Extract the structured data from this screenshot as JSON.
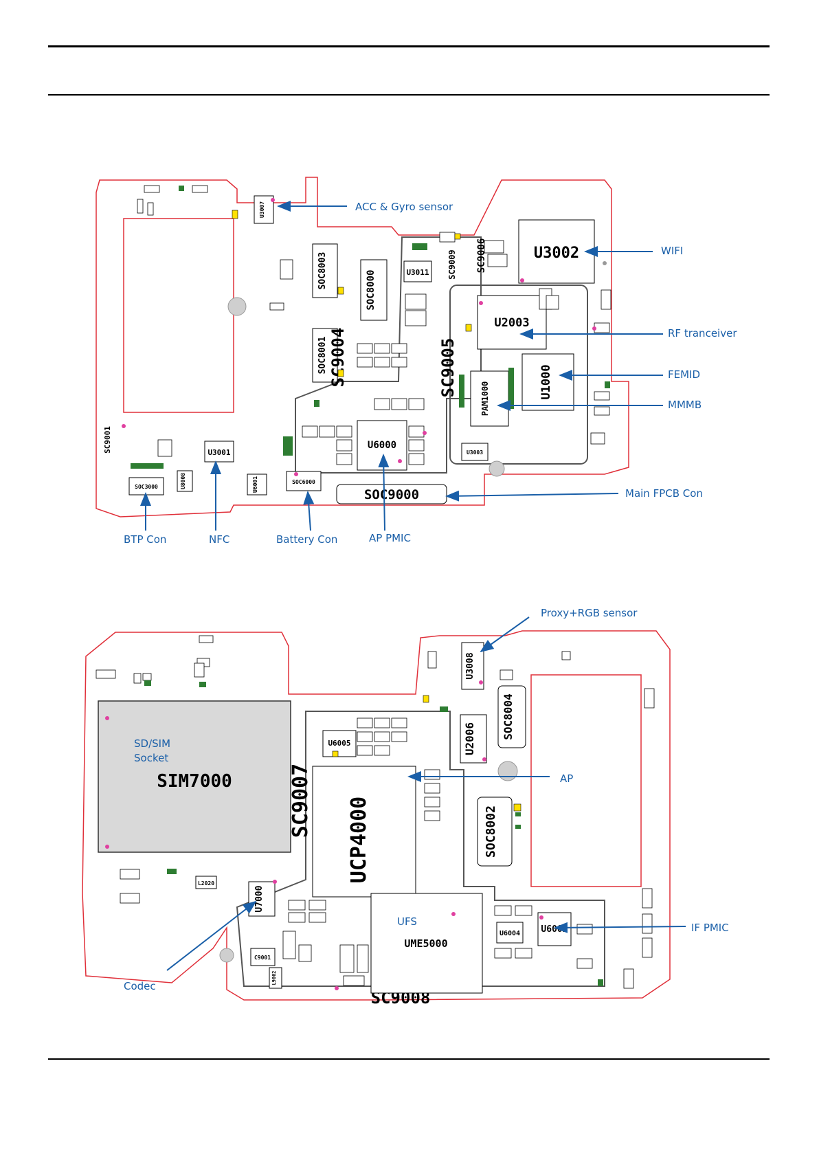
{
  "top_board": {
    "chips": {
      "u3002": "U3002",
      "u2003": "U2003",
      "u1000": "U1000",
      "u6000": "U6000",
      "u3001": "U3001",
      "u3011": "U3011",
      "soc8000": "SOC8000",
      "soc8001": "SOC8001",
      "soc8003": "SOC8003",
      "soc9000": "SOC9000",
      "soc6000": "SOC6000",
      "soc3000": "SOC3000",
      "sc9004": "SC9004",
      "sc9005": "SC9005",
      "pam1000": "PAM1000",
      "u3007": "U3007",
      "sc9001": "SC9001",
      "sc9006": "SC9006",
      "sc9009": "SC9009",
      "u3003": "U3003",
      "u6001": "U6001",
      "u8008": "U8008"
    },
    "callouts": {
      "acc_gyro": "ACC & Gyro sensor",
      "wifi": "WIFI",
      "rf_tranceiver": "RF tranceiver",
      "femid": "FEMID",
      "mmmb": "MMMB",
      "main_fpcb_con": "Main FPCB Con",
      "btp_con": "BTP Con",
      "nfc": "NFC",
      "battery_con": "Battery Con",
      "ap_pmic": "AP PMIC"
    }
  },
  "bottom_board": {
    "chips": {
      "sim7000": "SIM7000",
      "ucp4000": "UCP4000",
      "ume5000": "UME5000",
      "sc9007": "SC9007",
      "sc9008": "SC9008",
      "soc8002": "SOC8002",
      "soc8004": "SOC8004",
      "u2006": "U2006",
      "u3008": "U3008",
      "u6005": "U6005",
      "u7000": "U7000",
      "u6002": "U6002",
      "u6004": "U6004",
      "l2020": "L2020",
      "c9001": "C9001",
      "l9002": "L9002"
    },
    "callouts": {
      "sd_sim_socket": "SD/SIM\nSocket",
      "proxy_rgb": "Proxy+RGB sensor",
      "ap": "AP",
      "ufs": "UFS",
      "if_pmic": "IF PMIC",
      "codec": "Codec"
    }
  },
  "colors": {
    "board_outline": "#e0303a",
    "callout_blue": "#1a5fa8",
    "component_green": "#2e7d32",
    "component_yellow": "#ffe000",
    "mount_pink": "#e040a0"
  }
}
